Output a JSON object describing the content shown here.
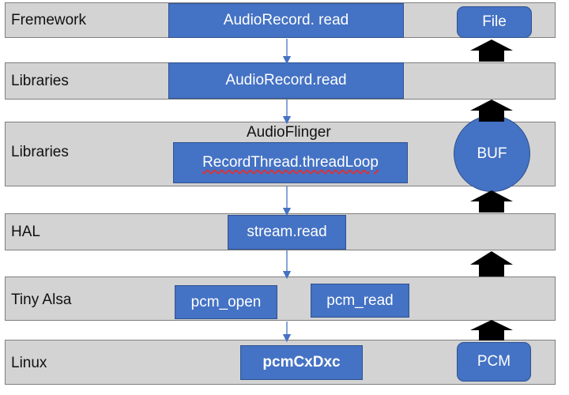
{
  "layers": {
    "framework": {
      "label": "Fremework",
      "box": "AudioRecord. read",
      "file": "File"
    },
    "libraries1": {
      "label": "Libraries",
      "box": "AudioRecord.read"
    },
    "libraries2": {
      "label": "Libraries",
      "title": "AudioFlinger",
      "box": "RecordThread.threadLoop",
      "buf": "BUF"
    },
    "hal": {
      "label": "HAL",
      "box": "stream.read"
    },
    "tinyalsa": {
      "label": "Tiny Alsa",
      "box1": "pcm_open",
      "box2": "pcm_read"
    },
    "linux": {
      "label": "Linux",
      "box": "pcmCxDxc",
      "pcm": "PCM"
    }
  },
  "colors": {
    "layer_fill": "#d3d3d3",
    "box_fill": "#4472c4",
    "arrow": "#4472c4",
    "block_arrow": "#000000"
  }
}
